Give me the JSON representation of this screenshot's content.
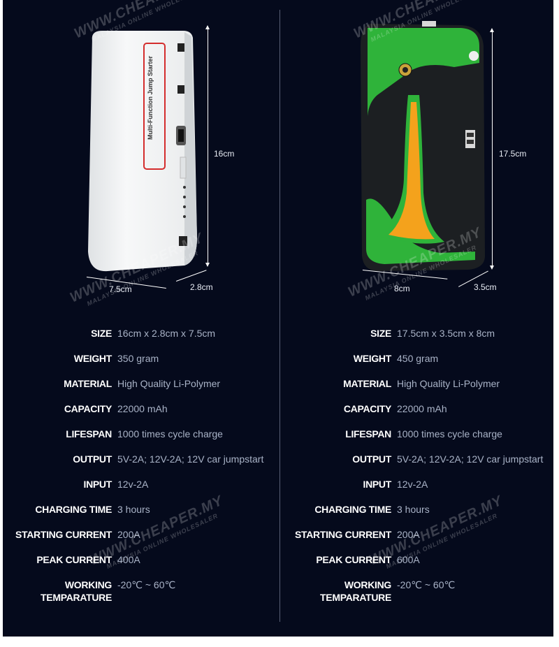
{
  "watermark": {
    "brand": "WWW.CHEAPER.MY",
    "sub": "MALAYSIA ONLINE WHOLESALER"
  },
  "left_product": {
    "label_text": "Multi-Function Jump Starter",
    "dims": {
      "height": "16cm",
      "width": "7.5cm",
      "depth": "2.8cm"
    },
    "specs": [
      {
        "label": "SIZE",
        "value": "16cm x 2.8cm x 7.5cm"
      },
      {
        "label": "WEIGHT",
        "value": "350 gram"
      },
      {
        "label": "MATERIAL",
        "value": "High Quality Li-Polymer"
      },
      {
        "label": "CAPACITY",
        "value": "22000 mAh"
      },
      {
        "label": "LIFESPAN",
        "value": "1000 times cycle charge"
      },
      {
        "label": "OUTPUT",
        "value": "5V-2A; 12V-2A; 12V car jumpstart"
      },
      {
        "label": "INPUT",
        "value": "12v-2A"
      },
      {
        "label": "CHARGING TIME",
        "value": "3 hours"
      },
      {
        "label": "STARTING CURRENT",
        "value": "200A"
      },
      {
        "label": "PEAK CURRENT",
        "value": "400A"
      },
      {
        "label": "WORKING TEMPARATURE",
        "label_line1": "WORKING",
        "label_line2": "TEMPARATURE",
        "value": "-20℃ ~ 60℃"
      }
    ]
  },
  "right_product": {
    "dims": {
      "height": "17.5cm",
      "width": "8cm",
      "depth": "3.5cm"
    },
    "specs": [
      {
        "label": "SIZE",
        "value": "17.5cm x 3.5cm x 8cm"
      },
      {
        "label": "WEIGHT",
        "value": "450 gram"
      },
      {
        "label": "MATERIAL",
        "value": "High Quality Li-Polymer"
      },
      {
        "label": "CAPACITY",
        "value": "22000 mAh"
      },
      {
        "label": "LIFESPAN",
        "value": "1000 times cycle charge"
      },
      {
        "label": "OUTPUT",
        "value": "5V-2A; 12V-2A; 12V car jumpstart"
      },
      {
        "label": "INPUT",
        "value": "12v-2A"
      },
      {
        "label": "CHARGING TIME",
        "value": "3 hours"
      },
      {
        "label": "STARTING CURRENT",
        "value": "200A"
      },
      {
        "label": "PEAK CURRENT",
        "value": "600A"
      },
      {
        "label": "WORKING TEMPARATURE",
        "label_line1": "WORKING",
        "label_line2": "TEMPARATURE",
        "value": "-20℃ ~ 60℃"
      }
    ]
  },
  "colors": {
    "background": "#050a1c",
    "label": "#ffffff",
    "value": "#a9b3c7",
    "green": "#2fb33a",
    "orange": "#f4a21c"
  }
}
